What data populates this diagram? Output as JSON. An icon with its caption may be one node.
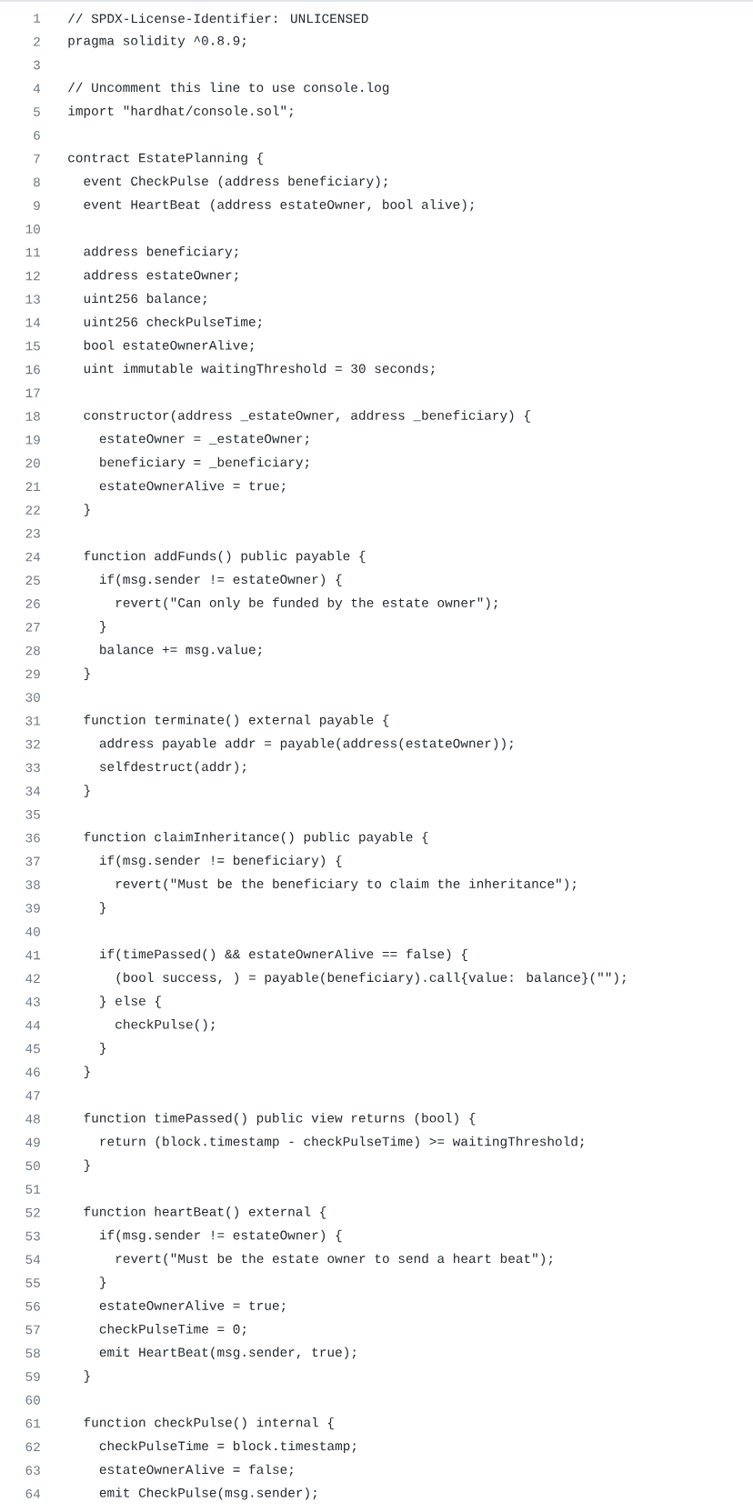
{
  "diagram": {
    "labels": [
      "1",
      "// SPDX-License-Identifier: UNLICENSED",
      "2",
      "pragma solidity ^0.8.9;",
      "3",
      "4",
      "// Uncomment this line to use console.log",
      "5",
      "import \"hardhat/console.sol\";",
      "6",
      "7",
      "contract EstatePlanning {",
      "8",
      "event CheckPulse (address beneficiary);",
      "9",
      "event HeartBeat (address estateOwner, bool alive);",
      "10",
      "11",
      "address beneficiary;",
      "12",
      "address estateOwner;",
      "13",
      "uint256 balance;",
      "14",
      "uint256 checkPulseTime;",
      "15",
      "bool estateOwnerAlive;",
      "16",
      "uint immutable waitingThreshold = 30 seconds;",
      "17",
      "18",
      "constructor(address _estateOwner, address _beneficiary) {",
      "19",
      "estateOwner = _estateOwner;",
      "20",
      "beneficiary = _beneficiary;",
      "21",
      "estateOwnerAlive = true;",
      "22",
      "}",
      "23",
      "24",
      "function addFunds() public payable {",
      "25",
      "if(msg.sender != estateOwner) {",
      "26",
      "revert(\"Can only be funded by the estate owner\");",
      "27",
      "}",
      "28",
      "balance += msg.value;",
      "29",
      "}",
      "30",
      "31",
      "function terminate() external payable {",
      "32",
      "address payable addr = payable(address(estateOwner));",
      "33",
      "selfdestruct(addr);",
      "34",
      "}",
      "35",
      "36",
      "function claimInheritance() public payable {",
      "37",
      "if(msg.sender != beneficiary) {",
      "38",
      "revert(\"Must be the beneficiary to claim the inheritance\");",
      "39",
      "}",
      "40",
      "41",
      "if(timePassed() && estateOwnerAlive == false) {",
      "42",
      "(bool success, ) = payable(beneficiary).call{value: balance}(\"\");",
      "43",
      "} else {",
      "44",
      "checkPulse();",
      "45",
      "}",
      "46",
      "}",
      "47",
      "48",
      "function timePassed() public view returns (bool) {",
      "49",
      "return (block.timestamp - checkPulseTime) >= waitingThreshold;",
      "50",
      "}",
      "51",
      "52",
      "function heartBeat() external {",
      "53",
      "if(msg.sender != estateOwner) {",
      "54",
      "revert(\"Must be the estate owner to send a heart beat\");",
      "55",
      "}",
      "56",
      "estateOwnerAlive = true;",
      "57",
      "checkPulseTime = 0;",
      "58",
      "emit HeartBeat(msg.sender, true);",
      "59",
      "}",
      "60",
      "61",
      "function checkPulse() internal {",
      "62",
      "checkPulseTime = block.timestamp;",
      "63",
      "estateOwnerAlive = false;",
      "64",
      "emit CheckPulse(msg.sender);"
    ]
  }
}
